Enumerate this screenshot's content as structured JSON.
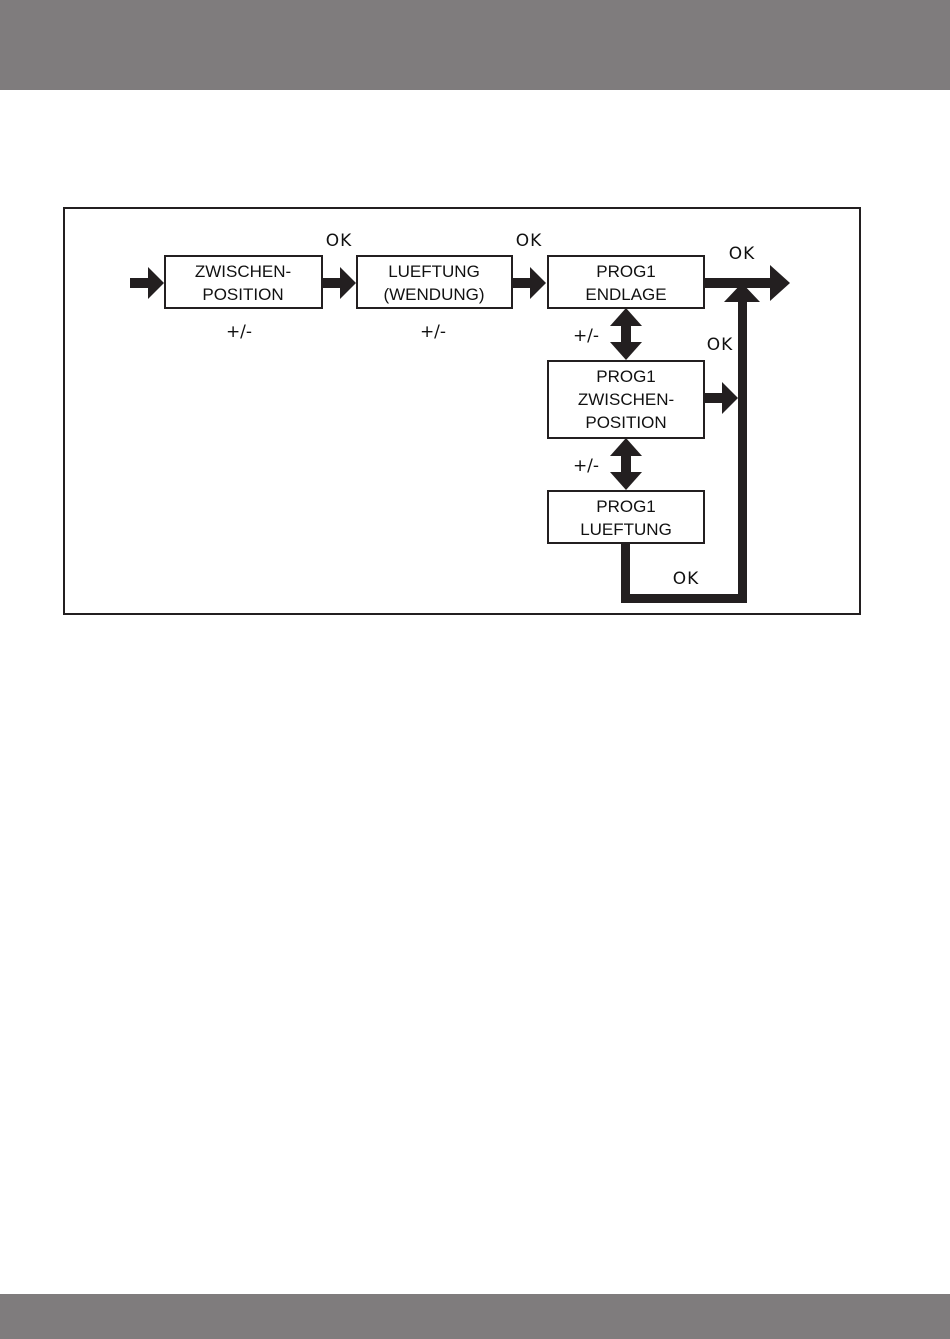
{
  "colors": {
    "band": "#7f7c7d",
    "ink": "#231f20",
    "background": "#ffffff"
  },
  "diagram": {
    "boxes": {
      "zwischenposition": {
        "line1": "ZWISCHEN-",
        "line2": "POSITION"
      },
      "lueftung_wendung": {
        "line1": "LUEFTUNG",
        "line2": "(WENDUNG)"
      },
      "prog1_endlage": {
        "line1": "PROG1",
        "line2": "ENDLAGE"
      },
      "prog1_zwischenposition": {
        "line1": "PROG1",
        "line2": "ZWISCHEN-",
        "line3": "POSITION"
      },
      "prog1_lueftung": {
        "line1": "PROG1",
        "line2": "LUEFTUNG"
      }
    },
    "labels": {
      "ok_after_zwischenposition": "OK",
      "ok_after_lueftung": "OK",
      "ok_exit": "OK",
      "ok_from_prog1_zwischenposition": "OK",
      "ok_from_prog1_lueftung": "OK",
      "pm_zwischenposition": "+/-",
      "pm_lueftung": "+/-",
      "pm_endlage_zwischen": "+/-",
      "pm_zwischen_lueftung": "+/-"
    }
  }
}
